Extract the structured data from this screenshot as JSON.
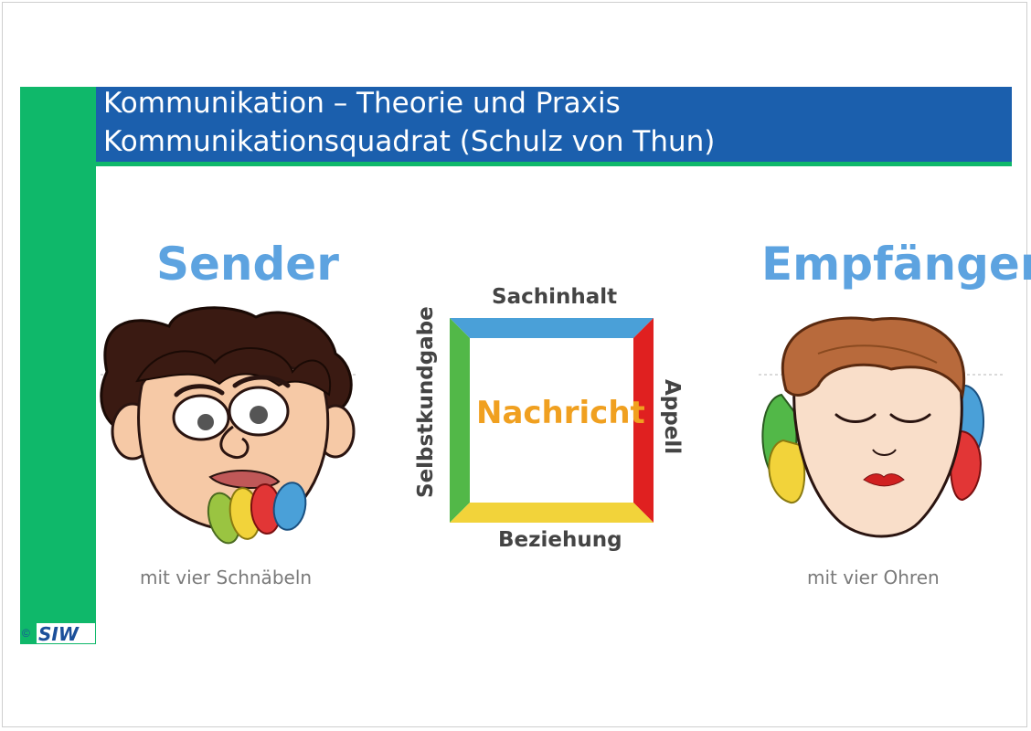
{
  "header": {
    "title_line1": "Kommunikation – Theorie und Praxis",
    "title_line2": "Kommunikationsquadrat (Schulz von Thun)"
  },
  "sender": {
    "heading": "Sender",
    "caption": "mit vier Schnäbeln"
  },
  "receiver": {
    "heading": "Empfänger",
    "caption": "mit vier Ohren"
  },
  "square": {
    "center": "Nachricht",
    "top": "Sachinhalt",
    "left": "Selbstkundgabe",
    "right": "Appell",
    "bottom": "Beziehung"
  },
  "footer": {
    "copyright": "©",
    "logo_text": "SIW"
  },
  "colors": {
    "title_bar": "#1b5fad",
    "accent_green": "#0fb86a",
    "heading_blue": "#5da3e0",
    "sachinhalt": "#4aa0d8",
    "selbstkundgabe": "#52b848",
    "appell": "#e02020",
    "beziehung": "#f2d33a",
    "nachricht": "#f0a020"
  }
}
